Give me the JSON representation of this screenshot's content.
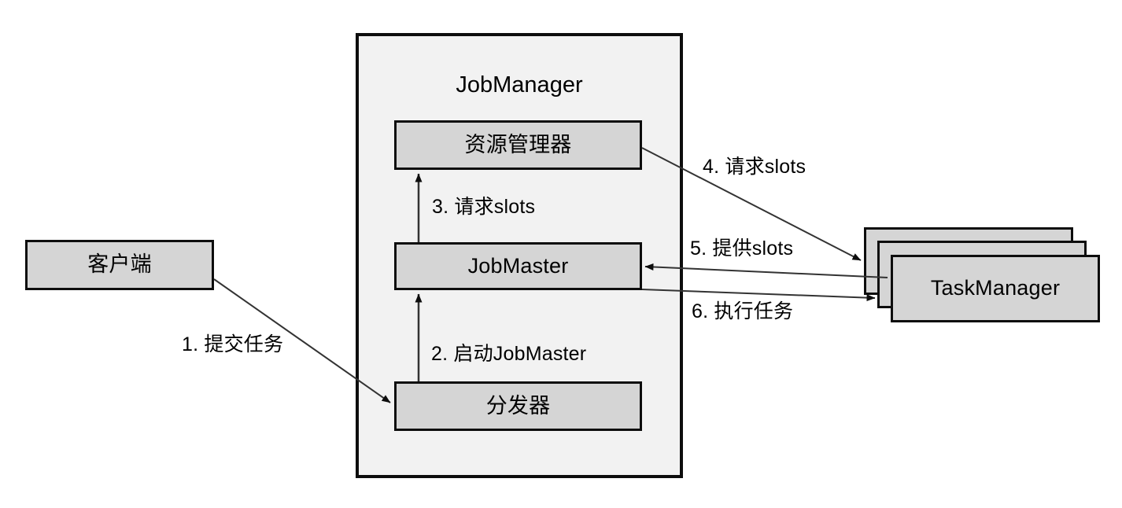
{
  "diagram": {
    "title": "JobManager",
    "container": {
      "label": "JobManager",
      "fill": "#f2f2f2",
      "stroke": "#0d0d0d"
    },
    "node_fill": "#d5d5d5",
    "node_stroke": "#0d0d0d",
    "edge_stroke": "#333333",
    "nodes": {
      "client": {
        "label": "客户端"
      },
      "resource_manager": {
        "label": "资源管理器"
      },
      "job_master": {
        "label": "JobMaster"
      },
      "dispatcher": {
        "label": "分发器"
      },
      "task_manager": {
        "label": "TaskManager"
      }
    },
    "edges": [
      {
        "id": "edge-1",
        "label": "1. 提交任务",
        "from": "client",
        "to": "dispatcher"
      },
      {
        "id": "edge-2",
        "label": "2. 启动JobMaster",
        "from": "dispatcher",
        "to": "job_master"
      },
      {
        "id": "edge-3",
        "label": "3. 请求slots",
        "from": "job_master",
        "to": "resource_manager"
      },
      {
        "id": "edge-4",
        "label": "4. 请求slots",
        "from": "resource_manager",
        "to": "task_manager"
      },
      {
        "id": "edge-5",
        "label": "5. 提供slots",
        "from": "task_manager",
        "to": "job_master"
      },
      {
        "id": "edge-6",
        "label": "6. 执行任务",
        "from": "job_master",
        "to": "task_manager"
      }
    ]
  }
}
